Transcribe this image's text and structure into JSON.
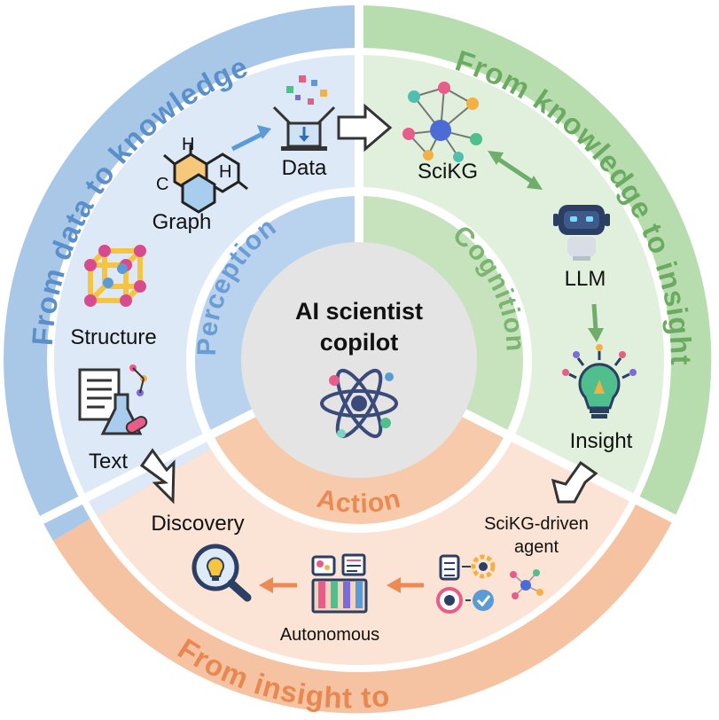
{
  "center": {
    "line1": "AI scientist",
    "line2": "copilot"
  },
  "outer_ring": {
    "left": "From data to knowledge",
    "right": "From knowledge to insight",
    "bottom": "From insight to"
  },
  "middle_ring": {
    "left": "Perception",
    "right": "Cognition",
    "bottom": "Action"
  },
  "nodes": {
    "graph": "Graph",
    "data": "Data",
    "scikg": "SciKG",
    "llm": "LLM",
    "insight": "Insight",
    "agent_line1": "SciKG-driven",
    "agent_line2": "agent",
    "autonomous": "Autonomous",
    "discovery": "Discovery",
    "text": "Text",
    "structure": "Structure"
  },
  "atom_letters": {
    "h1": "H",
    "h2": "H",
    "c": "C"
  },
  "colors": {
    "blue_outer": "#a9c8e8",
    "blue_inner": "#dde9f6",
    "green_outer": "#b7dcae",
    "green_inner": "#e1f0dc",
    "orange_outer": "#f5c2a2",
    "orange_inner": "#fbe3d5",
    "center_gray": "#e4e4e4",
    "arrow_blue": "#5b9bd5",
    "arrow_green": "#70ad6a",
    "arrow_orange": "#ed8a54"
  }
}
